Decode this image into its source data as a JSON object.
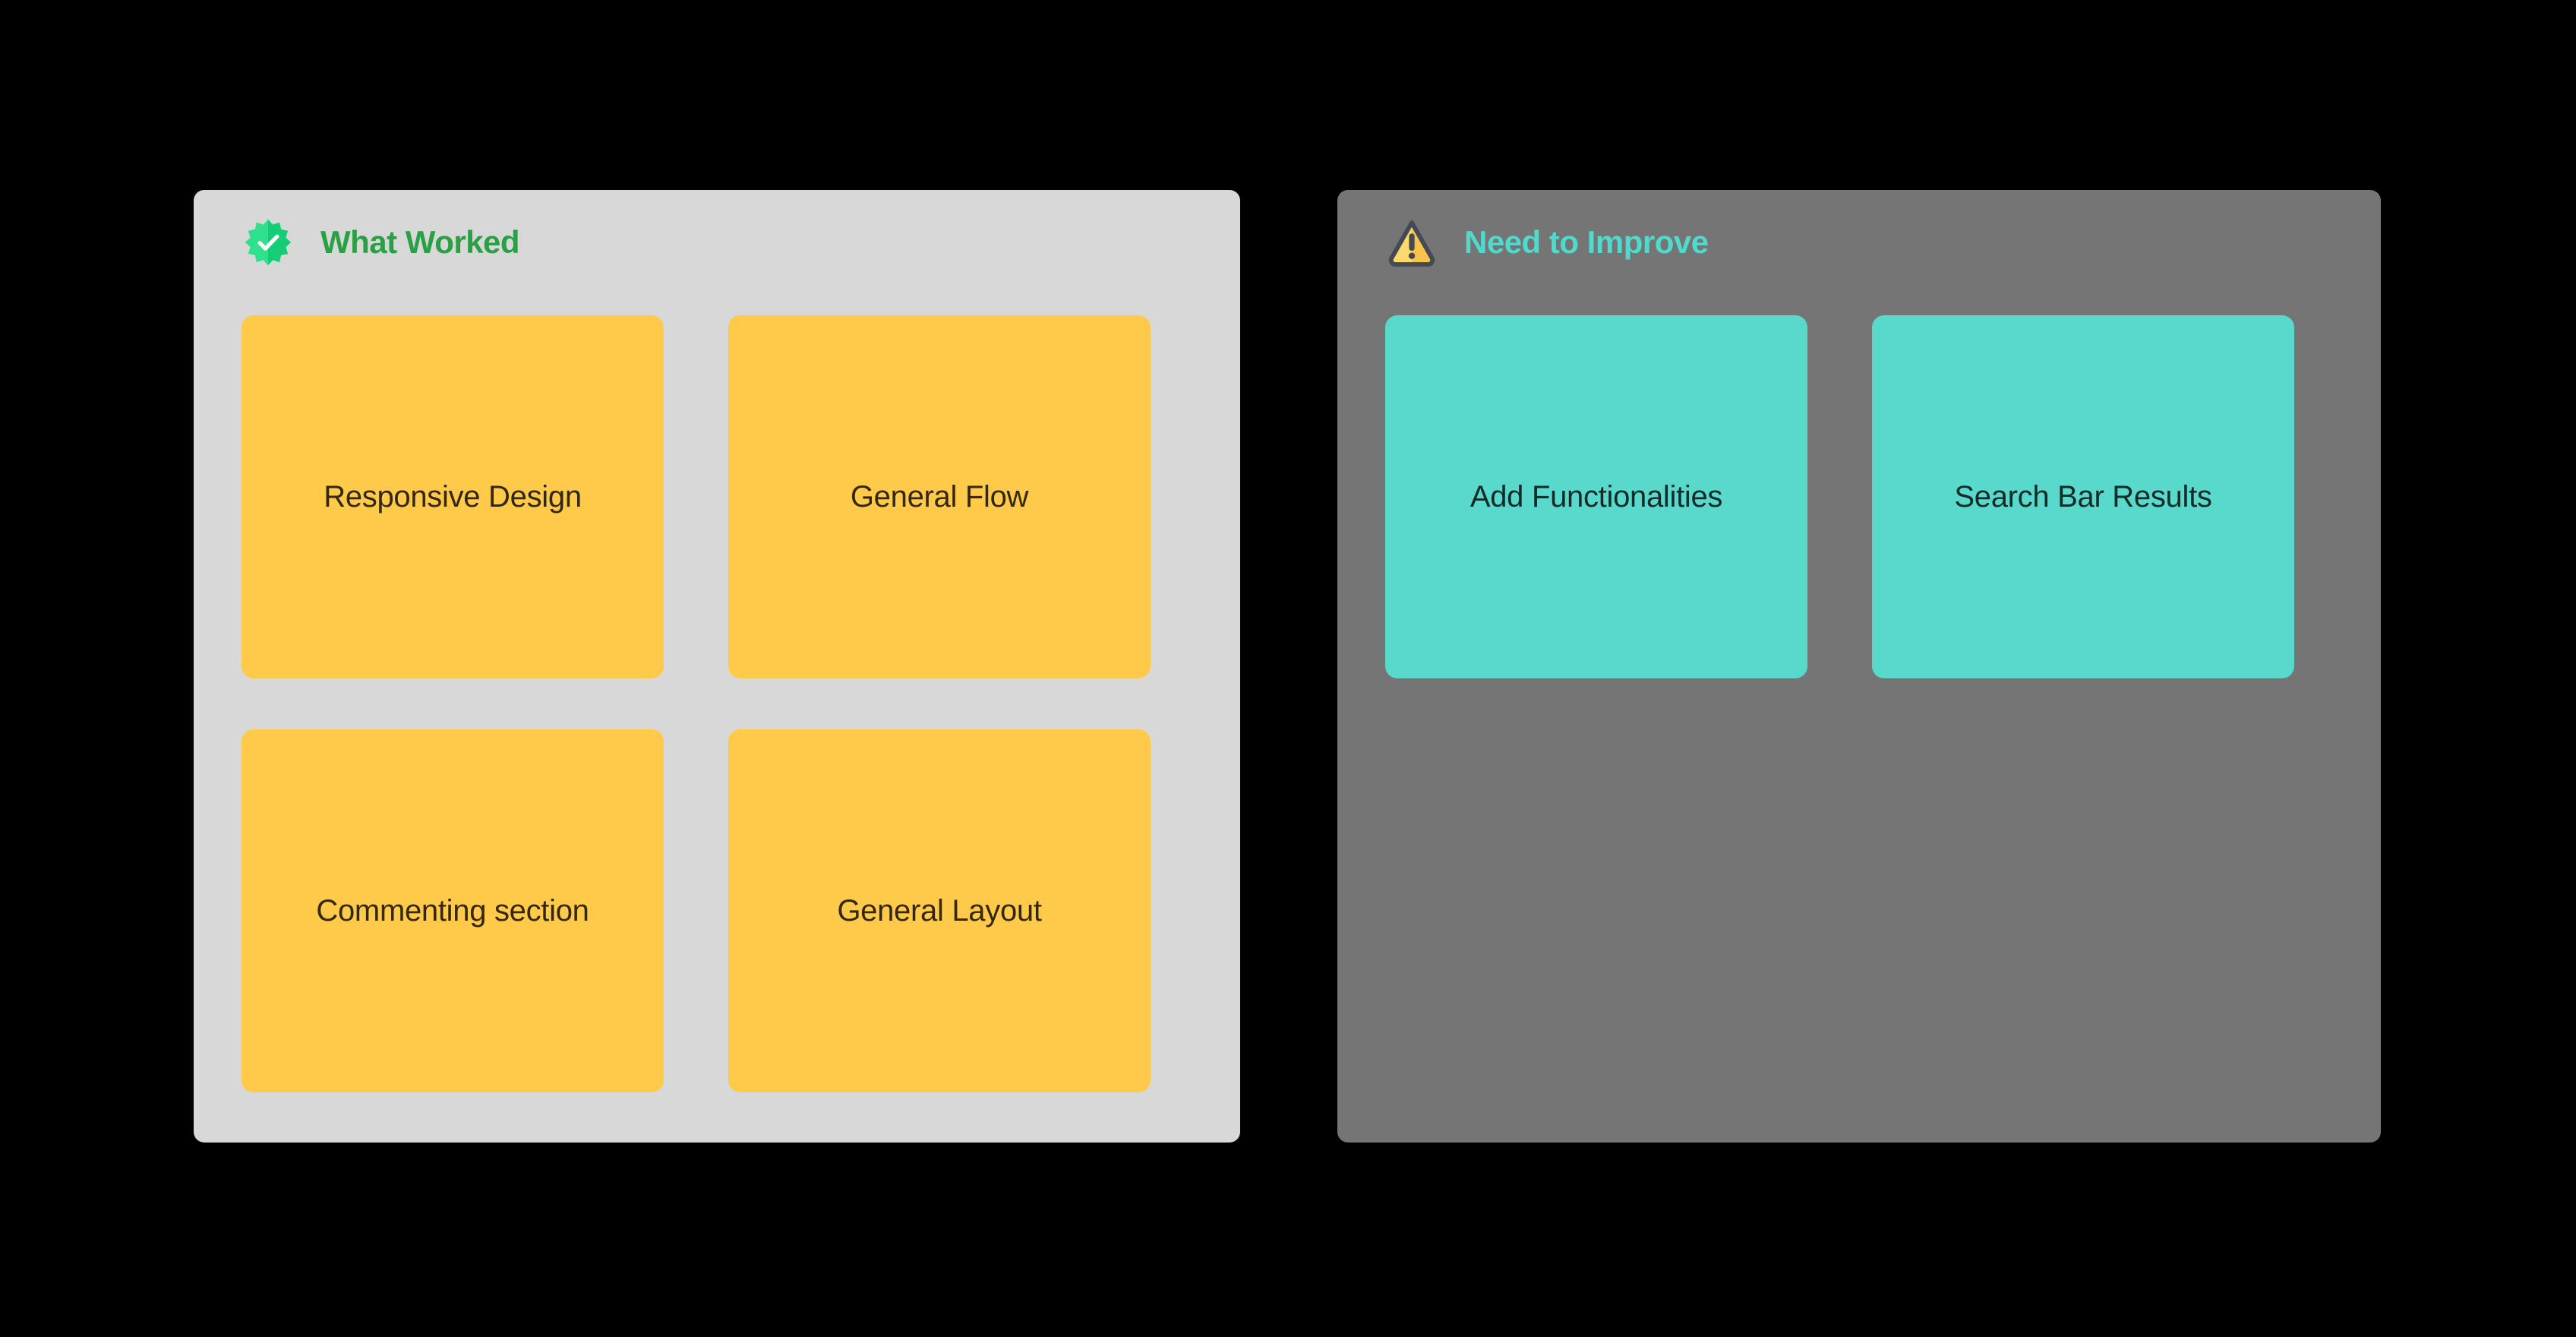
{
  "canvas": {
    "background_color": "#000000"
  },
  "board": {
    "columns": [
      {
        "title": "What Worked",
        "icon": "verified-badge-icon",
        "title_color": "#28A043",
        "panel_color": "#D8D8D8",
        "note_color": "#FFC94A",
        "note_text_color": "#33280E",
        "icon_colors": {
          "light": "#2FE08C",
          "dark": "#13CE74",
          "check": "#FFFFFF"
        },
        "notes": [
          "Responsive Design",
          "General Flow",
          "Commenting section",
          "General Layout"
        ]
      },
      {
        "title": "Need to Improve",
        "icon": "warning-icon",
        "title_color": "#4FDACC",
        "panel_color": "#757575",
        "note_color": "#59D9CB",
        "note_text_color": "#112B29",
        "icon_colors": {
          "light": "#FFD96B",
          "dark": "#F6C44D",
          "outline": "#434A54"
        },
        "notes": [
          "Add Functionalities",
          "Search Bar Results"
        ]
      }
    ]
  }
}
